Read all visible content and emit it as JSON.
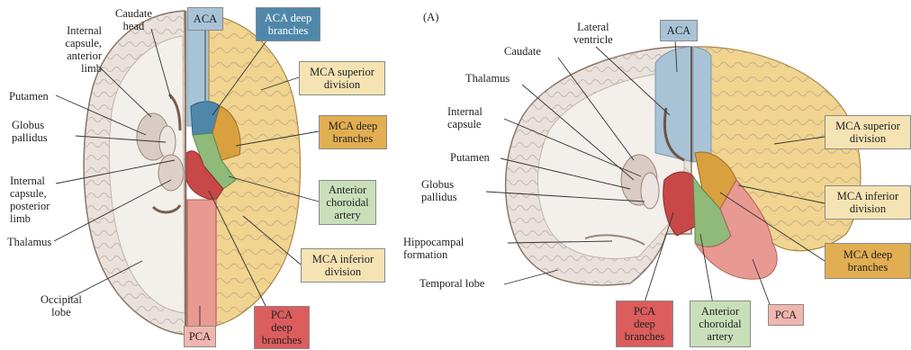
{
  "left_panel": {
    "labels": {
      "caudate_head": "Caudate\nhead",
      "internal_capsule_anterior": "Internal\ncapsule,\nanterior\nlimb",
      "putamen": "Putamen",
      "globus_pallidus": "Globus\npallidus",
      "internal_capsule_posterior": "Internal\ncapsule,\nposterior\nlimb",
      "thalamus": "Thalamus",
      "occipital_lobe": "Occipital\nlobe"
    },
    "boxes": {
      "aca": "ACA",
      "aca_deep": "ACA deep\nbranches",
      "mca_superior": "MCA superior\ndivision",
      "mca_deep": "MCA deep\nbranches",
      "anterior_choroidal": "Anterior\nchoroidal\nartery",
      "mca_inferior": "MCA inferior\ndivision",
      "pca_deep": "PCA\ndeep\nbranches",
      "pca": "PCA"
    }
  },
  "right_panel": {
    "panel_tag": "(A)",
    "labels": {
      "caudate": "Caudate",
      "lateral_ventricle": "Lateral\nventricle",
      "thalamus": "Thalamus",
      "internal_capsule": "Internal\ncapsule",
      "putamen": "Putamen",
      "globus_pallidus": "Globus\npallidus",
      "hippocampal_formation": "Hippocampal\nformation",
      "temporal_lobe": "Temporal lobe"
    },
    "boxes": {
      "aca": "ACA",
      "mca_superior": "MCA superior\ndivision",
      "mca_inferior": "MCA inferior\ndivision",
      "mca_deep": "MCA deep\nbranches",
      "pca_deep": "PCA\ndeep\nbranches",
      "anterior_choroidal": "Anterior\nchoroidal\nartery",
      "pca": "PCA"
    }
  },
  "colors": {
    "aca": "#a9c3d6",
    "aca_deep": "#4f87ab",
    "mca": "#f0d48f",
    "mca_deep": "#d9a040",
    "anterior_choroidal": "#8fba7a",
    "pca": "#e89a92",
    "pca_deep": "#c84848",
    "tissue": "#e9e2dc",
    "gray_matter": "#d8ccc4",
    "outline": "#8c7466"
  }
}
